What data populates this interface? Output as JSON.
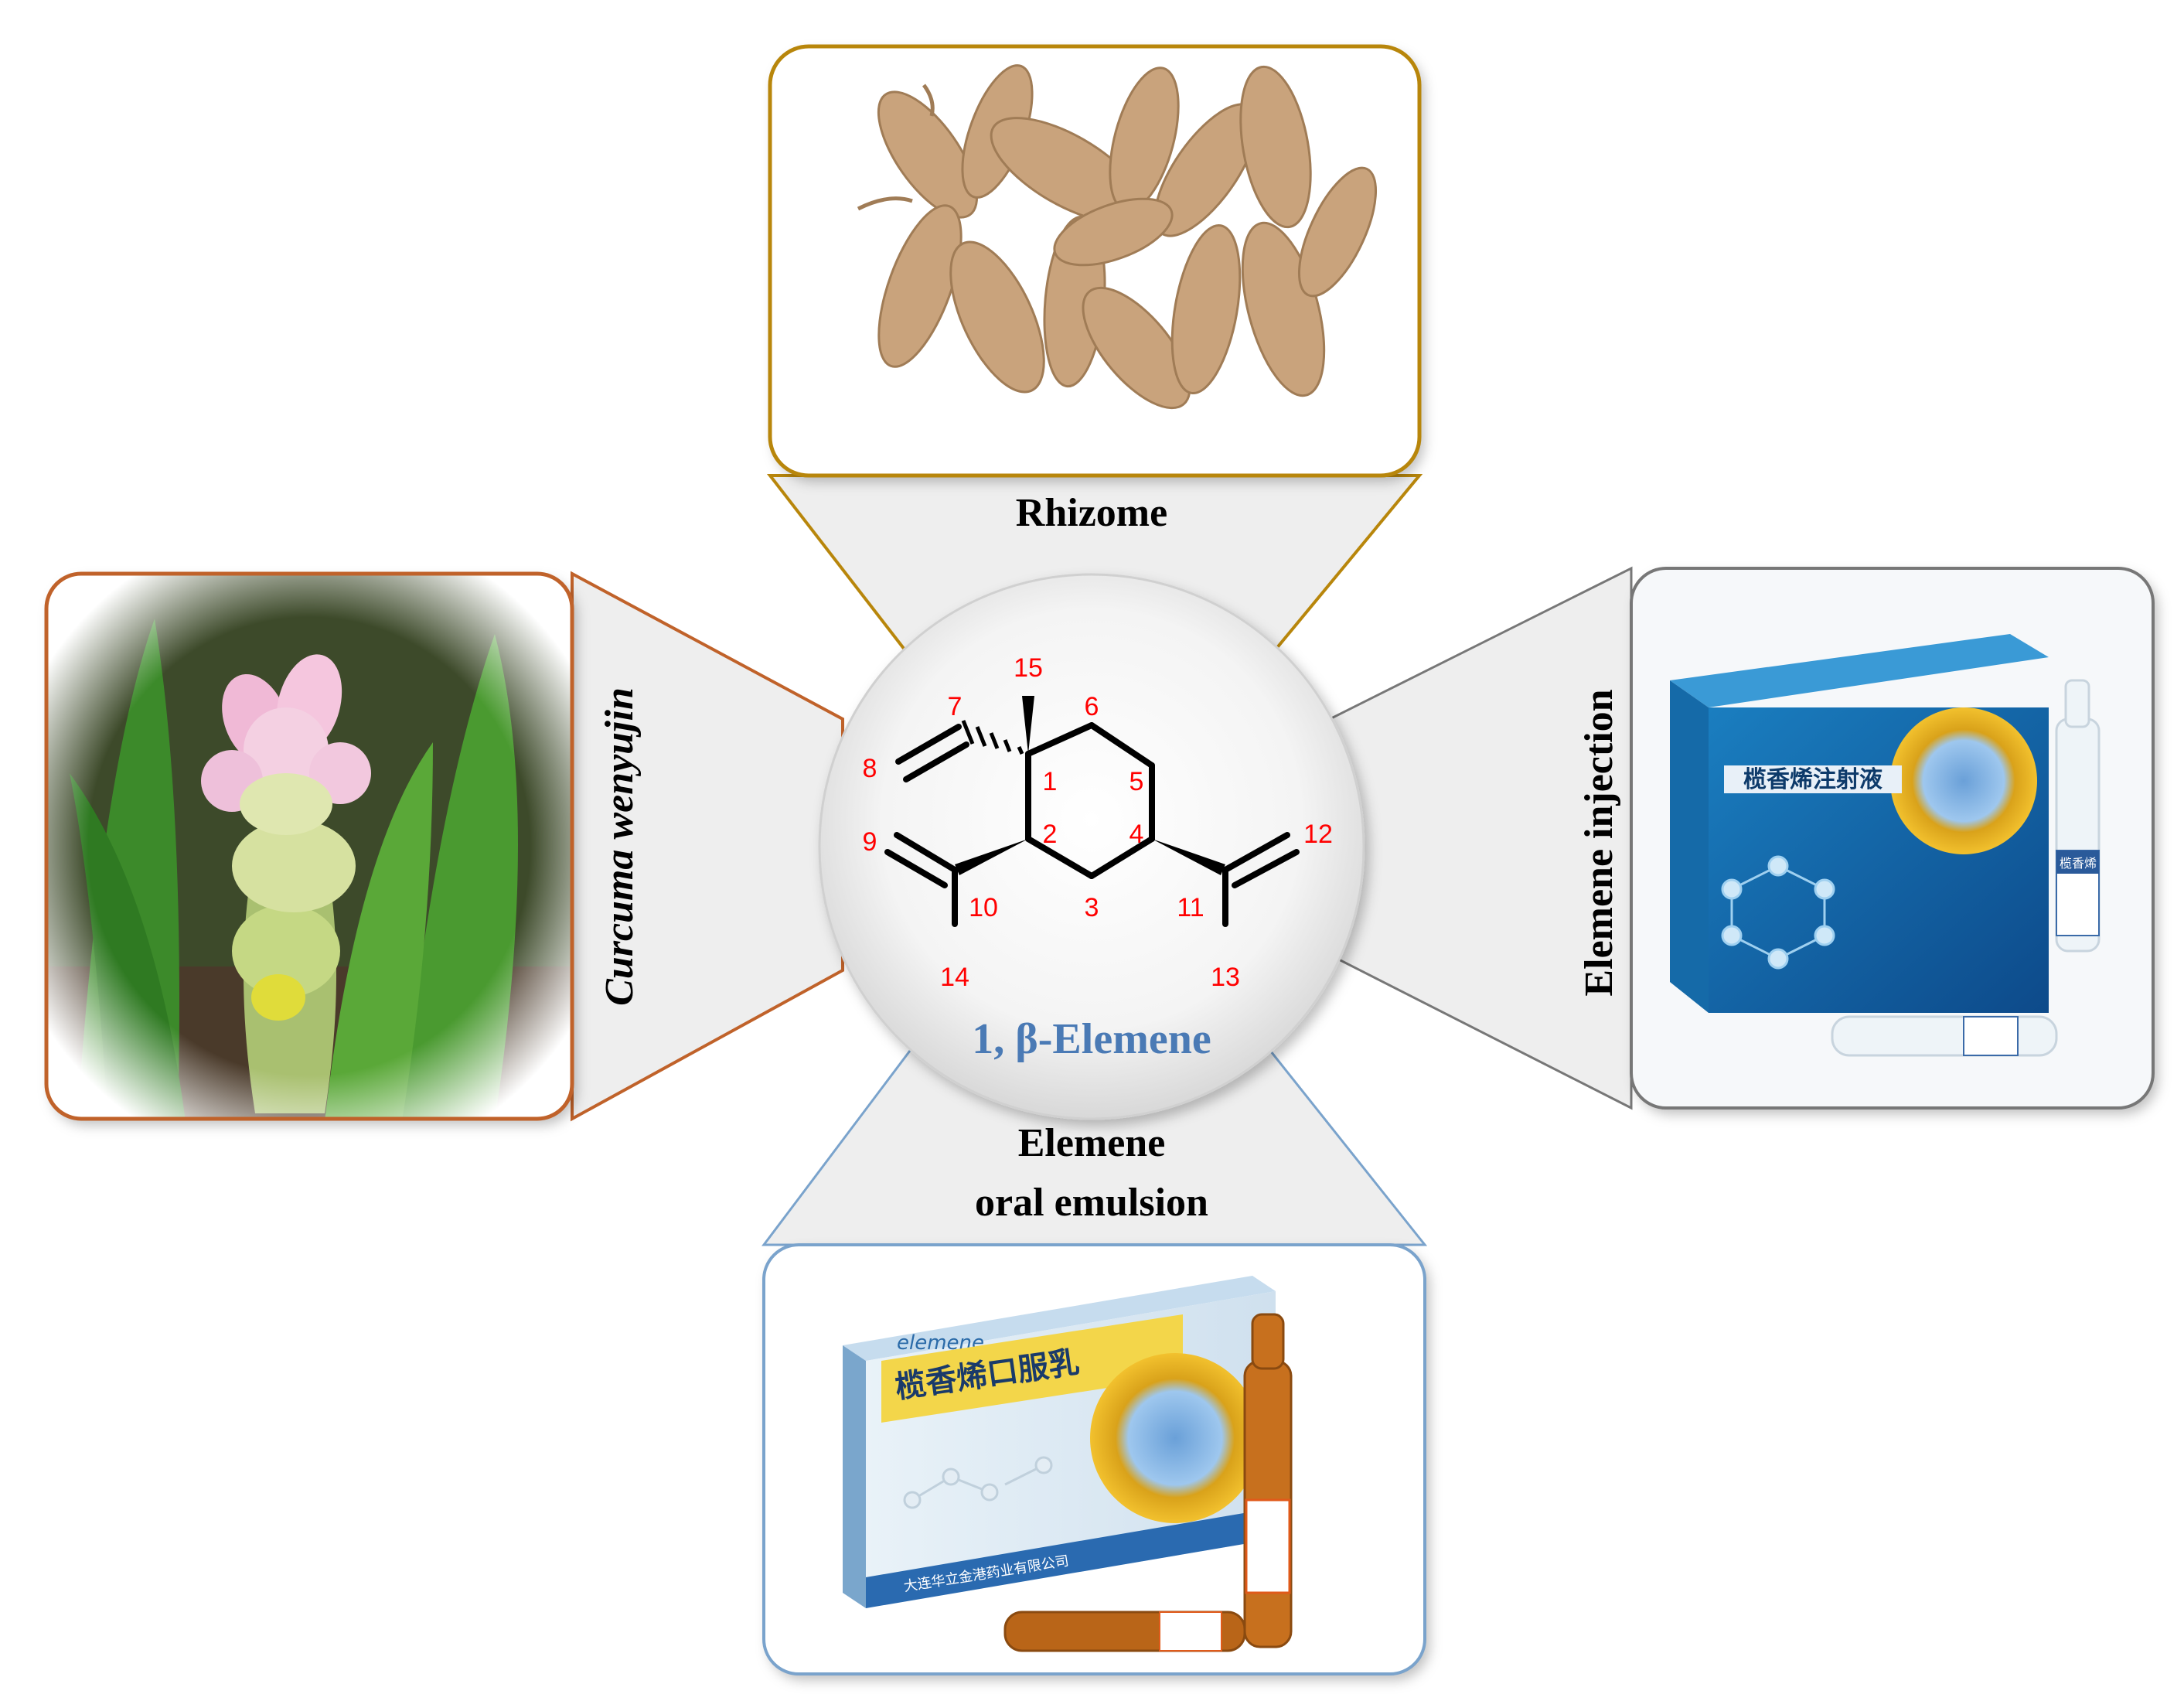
{
  "center": {
    "title": "1, β-Elemene",
    "atom_numbers": [
      "1",
      "2",
      "3",
      "4",
      "5",
      "6",
      "7",
      "8",
      "9",
      "10",
      "11",
      "12",
      "13",
      "14",
      "15"
    ]
  },
  "panels": {
    "rhizome": {
      "label": "Rhizome"
    },
    "plant": {
      "label": "Curcuma wenyujin"
    },
    "injection": {
      "label": "Elemene injection",
      "box_text": "榄香烯注射液",
      "vial_text": "榄香烯"
    },
    "oral": {
      "label_line1": "Elemene",
      "label_line2": "oral emulsion",
      "box_brand": "elemene",
      "box_text": "榄香烯口服乳",
      "box_footer": "大连华立金港药业有限公司"
    }
  },
  "colors": {
    "rhizome_frame": "#b8860b",
    "plant_frame": "#c0622a",
    "injection_frame": "#777777",
    "oral_frame": "#7aa3cc",
    "title": "#4a7ab5",
    "atom_numbers": "#ff0000",
    "bonds": "#000000"
  }
}
